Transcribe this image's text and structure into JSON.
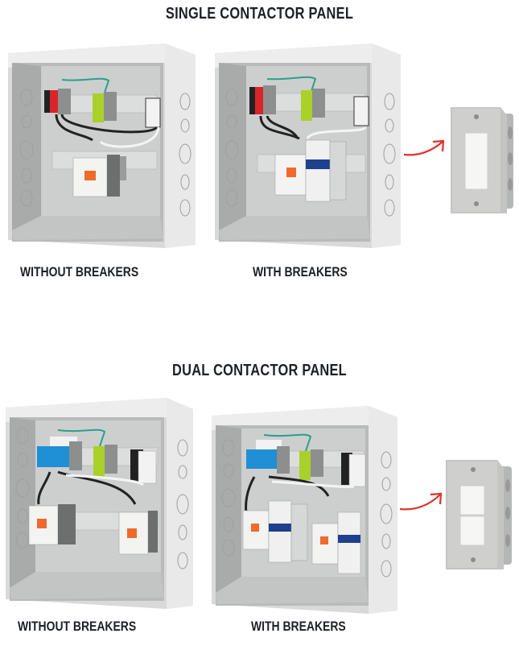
{
  "sections": [
    {
      "title": "SINGLE CONTACTOR PANEL",
      "panels": [
        {
          "caption": "WITHOUT BREAKERS",
          "contactors": 1,
          "breakers": false
        },
        {
          "caption": "WITH BREAKERS",
          "contactors": 1,
          "breakers": true
        }
      ],
      "switch": {
        "type": "single-rocker",
        "gangs": 1
      }
    },
    {
      "title": "DUAL CONTACTOR PANEL",
      "panels": [
        {
          "caption": "WITHOUT BREAKERS",
          "contactors": 2,
          "breakers": false
        },
        {
          "caption": "WITH BREAKERS",
          "contactors": 2,
          "breakers": true
        }
      ],
      "switch": {
        "type": "double-rocker",
        "gangs": 2
      }
    }
  ],
  "colors": {
    "text": "#1c2027",
    "enclosure": "#e6e7e6",
    "enclosure_inner": "#c9cbcb",
    "arrow": "#e0322c",
    "switch_plate": "#c4c5c3",
    "ground_wire": "#2aa08a",
    "terminal_red": "#d9242a",
    "terminal_green": "#a9d12a",
    "terminal_blue": "#1f8fd6",
    "contactor_button": "#ef6a2b",
    "breaker_blue": "#1f3f8f"
  }
}
